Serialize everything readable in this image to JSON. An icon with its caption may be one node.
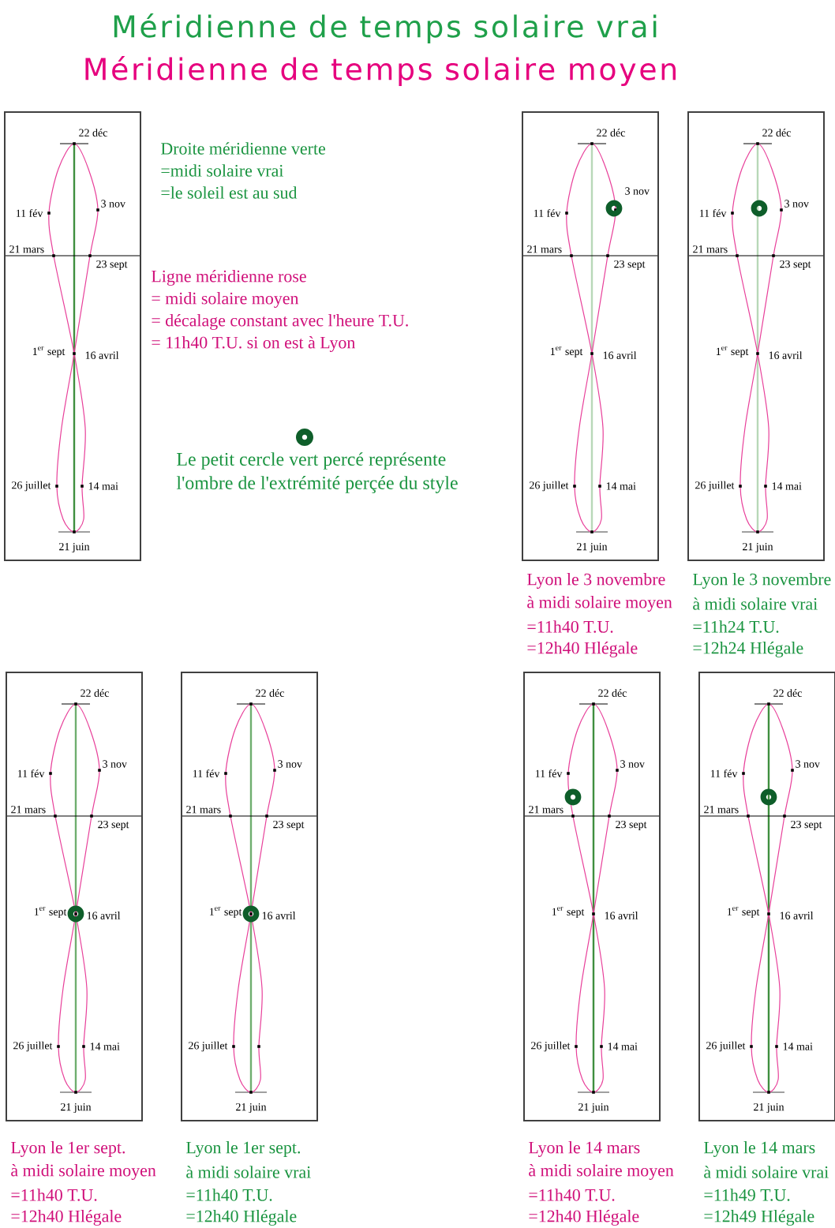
{
  "diagram": {
    "title": "Méridienne de temps solaire vrai",
    "nodes": [
      {
        "text": [
          "22 déc",
          "11 fév",
          "3 nov",
          "21 mars",
          "23 sept",
          "1$^{er}$ sept",
          "16 avril",
          "26 juillet",
          "14 mai",
          "21 juin"
        ]
      },
      {
        "text": [
          "22 déc",
          "11 fév",
          "3 nov",
          "21 mars",
          "23 sept",
          "1$^{er}$ sept",
          "16 avril",
          "26 juillet",
          "14 mai",
          "21 juin"
        ],
        "beside": [
          "Lyon le 3 novembre",
          "à midi solaire moyen",
          "=11h40 T.U.",
          "=12h40 Hlégale"
        ]
      },
      {
        "text": [
          "22 déc",
          "11 fév",
          "3 nov",
          "21 mars",
          "23 sept",
          "1$^{er}$ sept",
          "16 avril",
          "26 juillet",
          "14 mai",
          "21 juin"
        ],
        "beside": [
          "Lyon le 3 novembre",
          "à midi solaire vrai",
          "=11h24 T.U.",
          "=12h24 Hlégale"
        ]
      },
      {
        "text": [
          "22 déc",
          "11 fév",
          "3 nov",
          "21 mars",
          "23 sept",
          "1$^{er}$ sept",
          "16 avril",
          "26 juillet",
          "14 mai",
          "21 juin"
        ],
        "beside": [
          "Lyon le 1er sept.",
          "à midi solaire moyen",
          "=11h40 T.U.",
          "=12h40 Hlégale"
        ]
      },
      {
        "text": [
          "22 déc",
          "11 fév",
          "3 nov",
          "21 mars",
          "23 sept",
          "1$^{er}$ sept",
          "16 avril",
          "26 juillet",
          "21 juin"
        ],
        "beside": [
          "Lyon le 1er sept.",
          "à midi solaire vrai",
          "=11h40 T.U.",
          "=12h40 Hlégale"
        ]
      },
      {
        "text": [
          "22 déc",
          "11 fév",
          "3 nov",
          "21 mars",
          "23 sept",
          "1$^{er}$ sept",
          "16 avril",
          "26 juillet",
          "14 mai",
          "21 juin"
        ],
        "beside": [
          "Lyon le 14 mars",
          "à midi solaire moyen",
          "=11h40 T.U.",
          "=12h40 Hlégale"
        ]
      },
      {
        "text": [
          "22 déc",
          "11 fév",
          "3 nov",
          "21 mars",
          "23 sept",
          "1$^{er}$ sept",
          "16 avril",
          "26 juillet",
          "14 mai",
          "21 juin"
        ],
        "beside": [
          "Lyon le 14 mars",
          "à midi solaire vrai",
          "=11h49 T.U.",
          "=12h49 Hlégale"
        ]
      }
    ],
    "labels": [
      "Méridienne de temps solaire moyen",
      "Droite méridienne verte",
      "=midi solaire vrai",
      "=le soleil est au sud",
      "Ligne méridienne rose",
      "= midi solaire moyen",
      "= décalage constant avec l'heure T.U.",
      "= 11h40 T.U. si on est à Lyon",
      "Le petit cercle vert percé représente",
      "l'ombre de l'extrémité perçée du style"
    ]
  }
}
